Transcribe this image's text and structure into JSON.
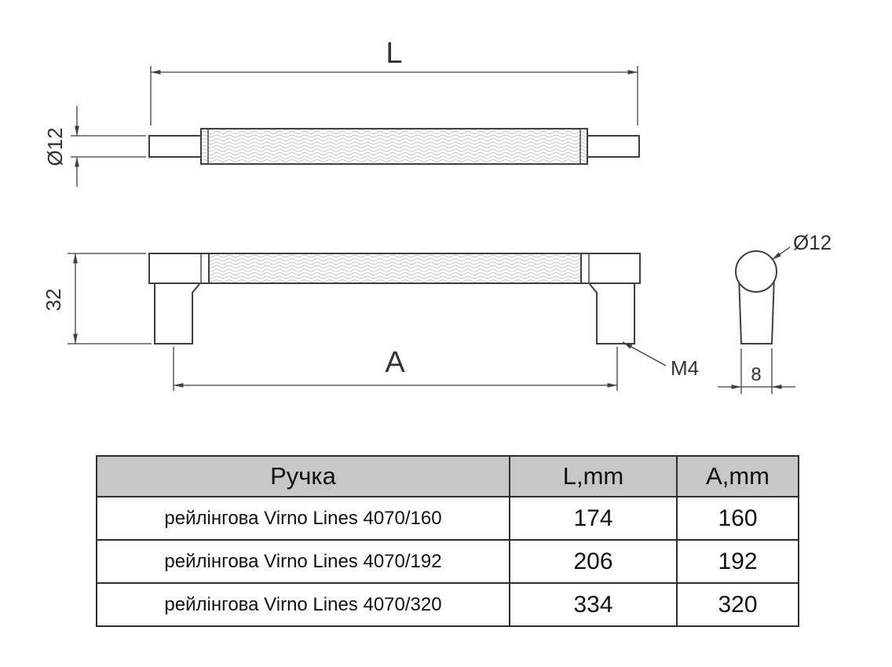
{
  "page": {
    "background": "#ffffff"
  },
  "drawing": {
    "stroke_color": "#3f3f3f",
    "labels": {
      "length_total": "L",
      "diameter_top": "Ø12",
      "height": "32",
      "hole_distance": "A",
      "thread": "M4",
      "diameter_side": "Ø12",
      "foot_width": "8"
    }
  },
  "table": {
    "header_bg": "#c7c7c7",
    "headers": [
      "Ручка",
      "L,mm",
      "A,mm"
    ],
    "rows": [
      {
        "name": "рейлінгова Virno Lines 4070/160",
        "l_mm": "174",
        "a_mm": "160"
      },
      {
        "name": "рейлінгова Virno Lines 4070/192",
        "l_mm": "206",
        "a_mm": "192"
      },
      {
        "name": "рейлінгова Virno Lines 4070/320",
        "l_mm": "334",
        "a_mm": "320"
      }
    ]
  }
}
